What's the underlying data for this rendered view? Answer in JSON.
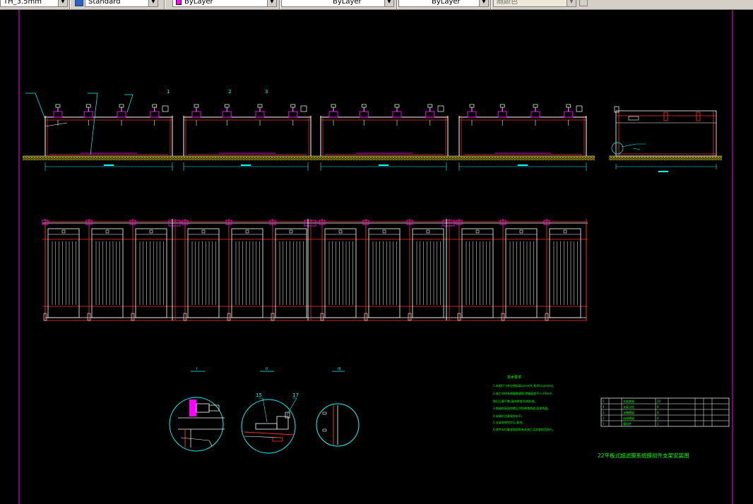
{
  "toolbar": {
    "text_style": "TH_3.5mm",
    "dim_style": "Standard",
    "layer_color": "ByLayer",
    "linetype": "ByLayer",
    "lineweight": "ByLayer",
    "plot_style": "随颜色"
  },
  "drawing": {
    "elev_callouts": [
      "1",
      "2",
      "3"
    ],
    "detail_callouts": [
      "15",
      "17"
    ],
    "notes_title": "技术要求",
    "notes": [
      "1.本图尺寸单位除标高以m计外,其余均以mm计。",
      "2.施工时所有焊缝需满焊,焊缝高度不小于6mm,",
      "  焊后打磨平整,清除焊渣,防锈处理。",
      "3.钢结构表面除锈后涂防锈漆两道,面漆两道。",
      "4.安装时注意保持水平。",
      "5.支架安装完毕后,复测。",
      "6.其余未尽事宜按国家有关施工及验收规范执行。"
    ],
    "drawing_title": "22平板式超滤膜系统膜组件支架安装图",
    "table_rows": [
      [
        "5",
        "",
        "支架底座",
        "20",
        "",
        "",
        ""
      ],
      [
        "4",
        "",
        "支架立柱",
        "8",
        "",
        "",
        ""
      ],
      [
        "3",
        "",
        "支撑横梁",
        "8",
        "",
        "",
        ""
      ],
      [
        "2",
        "",
        "连接横梁",
        "6",
        "",
        "",
        ""
      ],
      [
        "1",
        "",
        "膜组件",
        "1",
        "",
        "",
        ""
      ]
    ]
  },
  "colors": {
    "background": "#000000",
    "primary_line": "#ffffff",
    "red_line": "#ff0000",
    "magenta_line": "#ff00ff",
    "cyan_line": "#00ffff",
    "yellow_hatch": "#ffff00",
    "green_text": "#00ff00"
  }
}
